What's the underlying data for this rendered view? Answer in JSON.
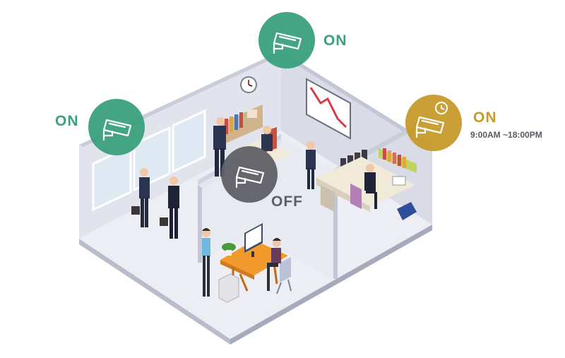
{
  "cameras": [
    {
      "id": "left",
      "status": "ON",
      "color": "#3aa07e"
    },
    {
      "id": "top",
      "status": "ON",
      "color": "#3aa07e"
    },
    {
      "id": "right",
      "status": "ON",
      "color": "#c69a2b",
      "schedule": "9:00AM ~18:00PM"
    },
    {
      "id": "center",
      "status": "OFF",
      "color": "#5f6066"
    }
  ],
  "colors": {
    "on": "#3aa07e",
    "scheduled": "#c69a2b",
    "off": "#5f6066",
    "wall": "#e4e6ef",
    "floor": "#eceef4"
  },
  "icons": [
    "security-camera-icon",
    "clock-icon"
  ]
}
